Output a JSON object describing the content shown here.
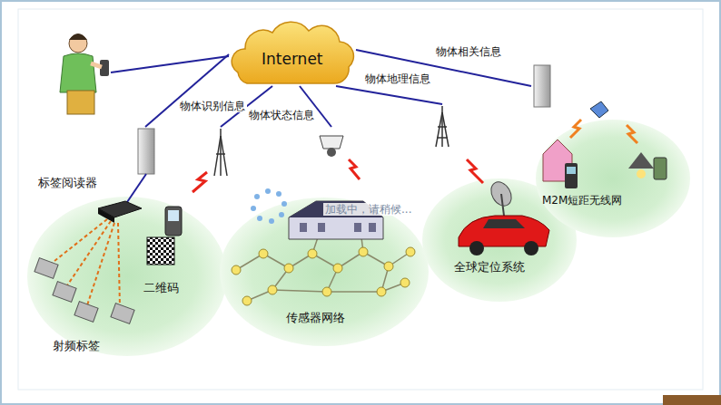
{
  "diagram": {
    "nodes": [
      {
        "text": [
          "Internet"
        ]
      },
      {
        "text": [
          "标签阅读器",
          "二维码",
          "射频标签"
        ]
      },
      {
        "text": [
          "传感器网络"
        ]
      },
      {
        "text": [
          "全球定位系统"
        ]
      },
      {
        "text": [
          "M2M短距无线网"
        ]
      }
    ],
    "edges": [
      {
        "from": 0,
        "to": 1,
        "arrow": "none",
        "label": "物体识别信息"
      },
      {
        "from": 0,
        "to": 1,
        "arrow": "none"
      },
      {
        "from": 0,
        "to": 2,
        "arrow": "none",
        "label": "物体状态信息"
      },
      {
        "from": 0,
        "to": 3,
        "arrow": "none",
        "label": "物体地理信息"
      },
      {
        "from": 0,
        "to": 4,
        "arrow": "none",
        "label": "物体相关信息"
      }
    ],
    "labels": [
      "加载中，请稍候..."
    ]
  }
}
